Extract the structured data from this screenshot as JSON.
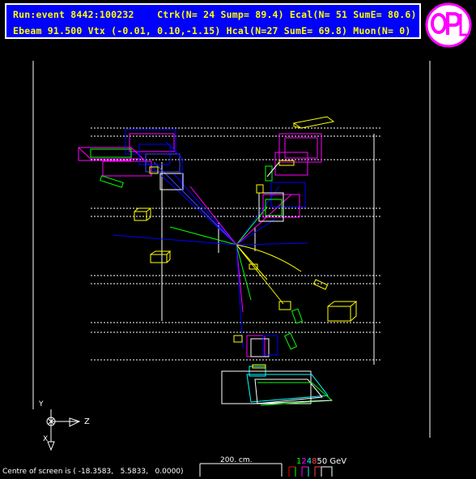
{
  "header": {
    "line1": "Run:event 8442:100232    Ctrk(N= 24 Sump= 89.4) Ecal(N= 51 SumE= 80.6)",
    "line2": "Ebeam 91.500 Vtx (-0.01, 0.10,-1.15) Hcal(N=27 SumE= 69.8) Muon(N= 0)"
  },
  "axes": {
    "x": "X",
    "y": "Y",
    "z": "Z"
  },
  "footer": {
    "centre": "Centre of screen is ( -18.3583,   5.5833,   0.0000)",
    "scale": "200. cm."
  },
  "energy_legend": [
    {
      "label": "1",
      "color": "#00ff00"
    },
    {
      "label": "2",
      "color": "#ff00ff"
    },
    {
      "label": "4",
      "color": "#00ffff"
    },
    {
      "label": "8",
      "color": "#ff4444"
    },
    {
      "label": "50 GeV",
      "color": "#ffffff"
    }
  ],
  "colors": {
    "header_bg": "#0000ff",
    "header_text": "#ffff00",
    "tracks": "#0000ff",
    "ecal": "#ff00ff",
    "hcal": "#ffff00"
  },
  "logo": {
    "text": "OPAL",
    "icon": "opal-logo-icon"
  }
}
